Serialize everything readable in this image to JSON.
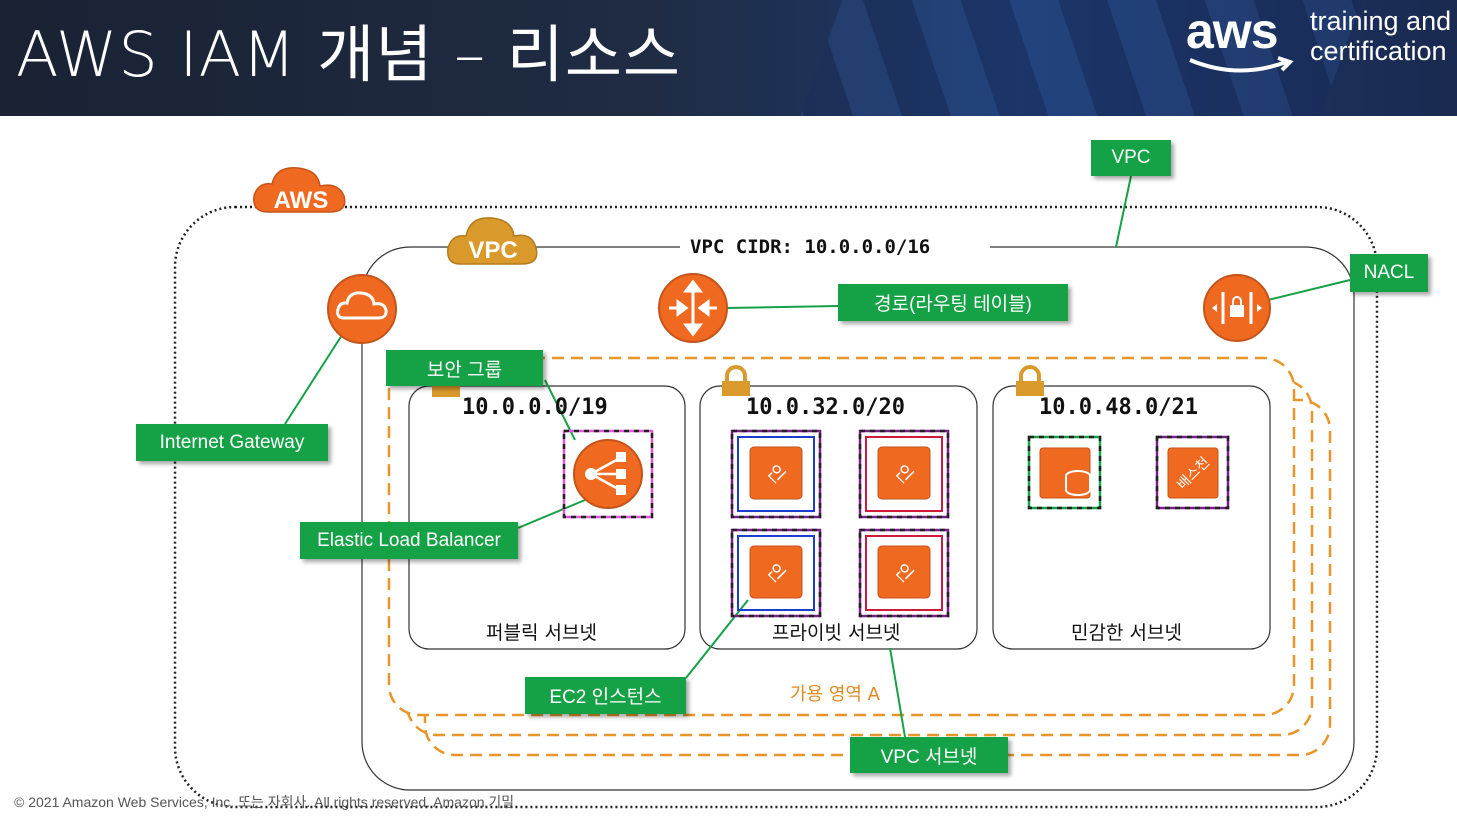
{
  "header": {
    "title": "AWS IAM 개념 – 리소스",
    "logo_text": "aws",
    "logo_tagline_1": "training and",
    "logo_tagline_2": "certification"
  },
  "diagram": {
    "aws_cloud_label": "AWS",
    "vpc_cloud_label": "VPC",
    "vpc_cidr": "VPC CIDR: 10.0.0.0/16",
    "subnets": [
      {
        "cidr": "10.0.0.0/19",
        "name": "퍼블릭 서브넷"
      },
      {
        "cidr": "10.0.32.0/20",
        "name": "프라이빗 서브넷"
      },
      {
        "cidr": "10.0.48.0/21",
        "name": "민감한 서브넷"
      }
    ],
    "availability_zone": "가용 영역 A",
    "callouts": {
      "vpc": "VPC",
      "nacl": "NACL",
      "route": "경로(라우팅 테이블)",
      "security_group": "보안 그룹",
      "internet_gateway": "Internet Gateway",
      "elb": "Elastic Load Balancer",
      "ec2": "EC2 인스턴스",
      "vpc_subnet": "VPC 서브넷"
    },
    "instance_glyph": "인",
    "bastion_glyph": "배스천"
  },
  "footer": {
    "copyright": "© 2021 Amazon Web Services, Inc. 또는 자회사. All rights reserved. Amazon 기밀"
  },
  "colors": {
    "callout_green": "#15a145",
    "aws_orange": "#ef6a20",
    "vpc_gold": "#d99a2b",
    "az_dash": "#e8952a"
  }
}
